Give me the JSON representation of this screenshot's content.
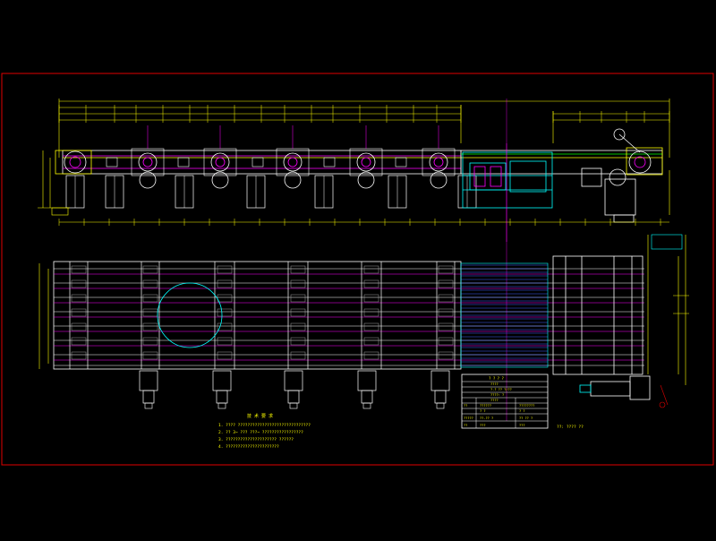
{
  "drawing": {
    "colors": {
      "frame": "#e00000",
      "yellow": "#ffff00",
      "magenta": "#ff00ff",
      "white": "#ffffff",
      "cyan": "#00ffff",
      "green": "#00ff00",
      "blue": "#4060ff",
      "gray": "#a0a0a0"
    },
    "roller_count": 6,
    "motor_count": 5
  },
  "notes": {
    "title": "技 术 要 求",
    "items": [
      "1. ???? ??????????????????????????????",
      "2. ?? 3~ ??? ???~ ?????????????????",
      "3. ????????????????????? ??????",
      "4. ??????????????????????"
    ]
  },
  "table": {
    "header": "?  ?  ?  ?",
    "rows": [
      [
        "",
        "????"
      ],
      [
        "",
        "?.?  ?? ?/??"
      ],
      [
        "",
        "????: ?"
      ],
      [
        "",
        "????"
      ],
      [
        "??",
        "??????",
        "????????"
      ],
      [
        "",
        "?  ?",
        "? ?"
      ],
      [
        "?????",
        "??-?? ?",
        "?? ?? ?"
      ],
      [
        "??",
        "???",
        "???"
      ]
    ]
  },
  "side_note": "??: ????  ??"
}
